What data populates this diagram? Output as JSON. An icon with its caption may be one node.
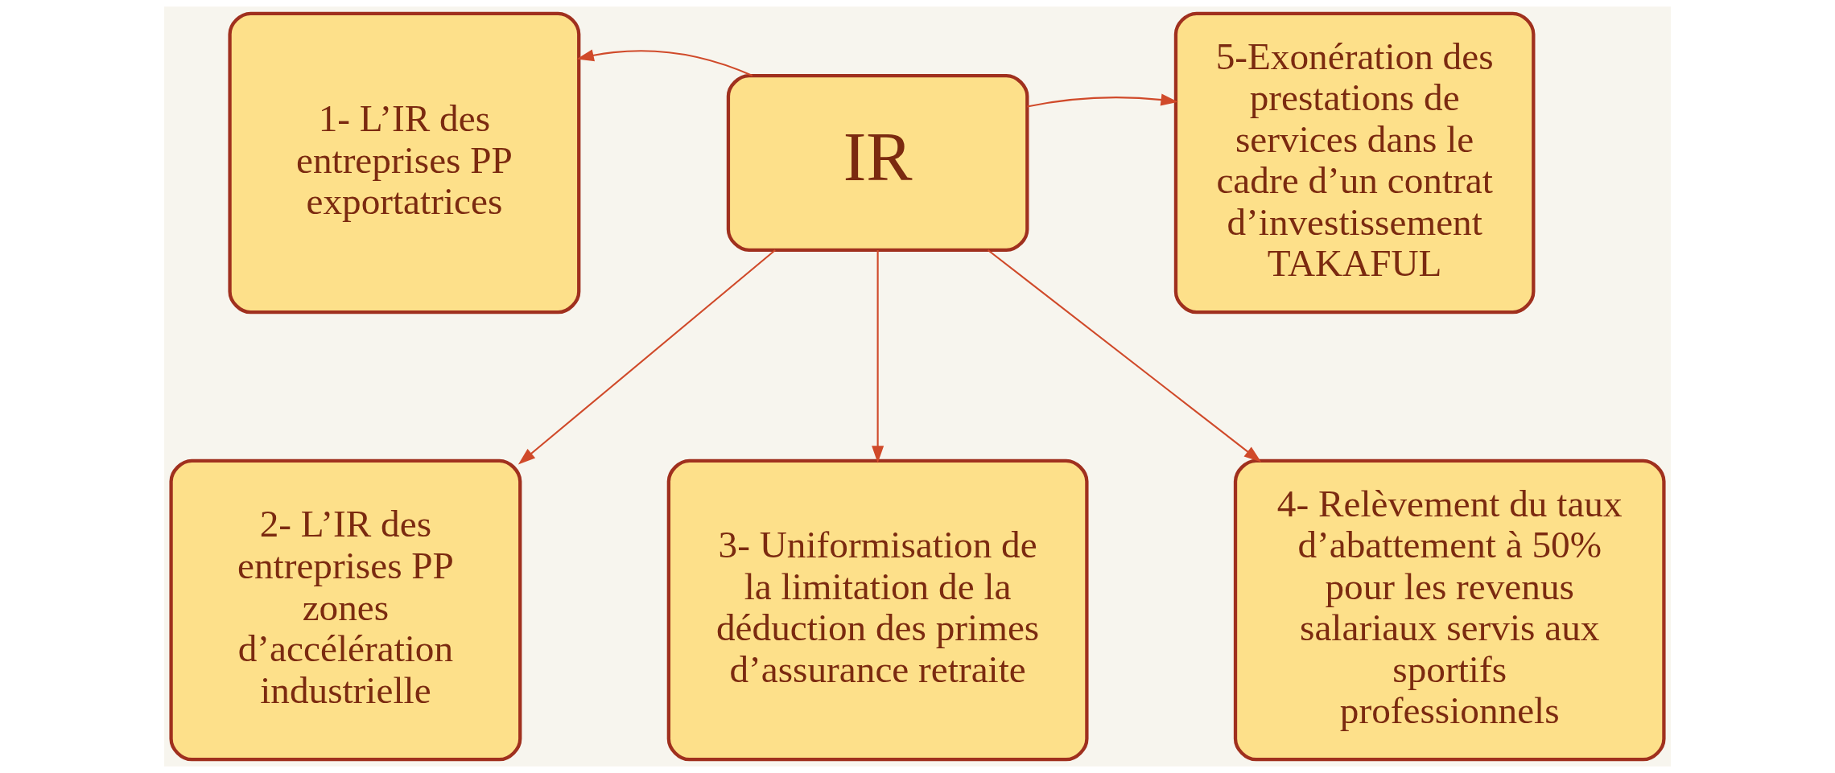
{
  "diagram": {
    "nodes": [
      {
        "text": [
          "IR"
        ]
      },
      {
        "text": [
          "1- L’IR des entreprises PP exportatrices"
        ]
      },
      {
        "text": [
          "2- L’IR des entreprises PP zones d’accélération industrielle"
        ]
      },
      {
        "text": [
          "3- Uniformisation de la limitation de la déduction des primes d’assurance retraite"
        ]
      },
      {
        "text": [
          "4- Relèvement du taux d’abattement à 50% pour les revenus salariaux servis aux sportifs professionnels"
        ]
      },
      {
        "text": [
          "5-Exonération des prestations de services dans le cadre d’un contrat d’investissement TAKAFUL"
        ]
      }
    ],
    "edges": [
      {
        "from": 0,
        "to": 1,
        "arrow": "to"
      },
      {
        "from": 0,
        "to": 5,
        "arrow": "to"
      },
      {
        "from": 0,
        "to": 2,
        "arrow": "to"
      },
      {
        "from": 0,
        "to": 3,
        "arrow": "to"
      },
      {
        "from": 0,
        "to": 4,
        "arrow": "to"
      }
    ]
  }
}
